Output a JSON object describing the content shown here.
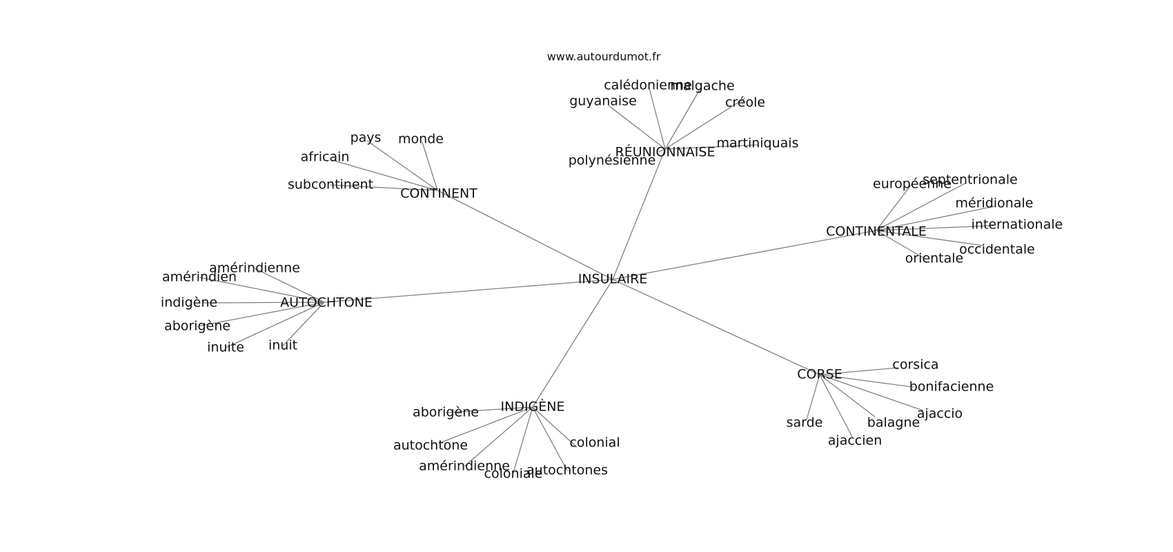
{
  "source": "www.autourdumot.fr",
  "center": {
    "id": "insulaire",
    "label": "INSULAIRE"
  },
  "hubs": [
    {
      "id": "reunionnaise",
      "label": "RÉUNIONNAISE",
      "leaves": [
        {
          "id": "caledonienne",
          "label": "calédonienne"
        },
        {
          "id": "malgache",
          "label": "malgache"
        },
        {
          "id": "guyanaise",
          "label": "guyanaise"
        },
        {
          "id": "creole",
          "label": "créole"
        },
        {
          "id": "martiniquais",
          "label": "martiniquais"
        },
        {
          "id": "polynesienne",
          "label": "polynésienne"
        }
      ]
    },
    {
      "id": "continent",
      "label": "CONTINENT",
      "leaves": [
        {
          "id": "pays",
          "label": "pays"
        },
        {
          "id": "monde",
          "label": "monde"
        },
        {
          "id": "africain",
          "label": "africain"
        },
        {
          "id": "subcontinent",
          "label": "subcontinent"
        }
      ]
    },
    {
      "id": "continentale",
      "label": "CONTINENTALE",
      "leaves": [
        {
          "id": "europeenne",
          "label": "européenne"
        },
        {
          "id": "septentrionale",
          "label": "septentrionale"
        },
        {
          "id": "meridionale",
          "label": "méridionale"
        },
        {
          "id": "internationale",
          "label": "internationale"
        },
        {
          "id": "occidentale",
          "label": "occidentale"
        },
        {
          "id": "orientale",
          "label": "orientale"
        }
      ]
    },
    {
      "id": "autochtone",
      "label": "AUTOCHTONE",
      "leaves": [
        {
          "id": "amerindienne",
          "label": "amérindienne"
        },
        {
          "id": "amerindien",
          "label": "amérindien"
        },
        {
          "id": "indigene-l",
          "label": "indigène"
        },
        {
          "id": "aborigene-a",
          "label": "aborigène"
        },
        {
          "id": "inuite",
          "label": "inuite"
        },
        {
          "id": "inuit",
          "label": "inuit"
        }
      ]
    },
    {
      "id": "indigene",
      "label": "INDIGÈNE",
      "leaves": [
        {
          "id": "aborigene-i",
          "label": "aborigène"
        },
        {
          "id": "autochtone-l",
          "label": "autochtone"
        },
        {
          "id": "amerindienne-i",
          "label": "amérindienne"
        },
        {
          "id": "coloniale",
          "label": "coloniale"
        },
        {
          "id": "autochtones",
          "label": "autochtones"
        },
        {
          "id": "colonial",
          "label": "colonial"
        }
      ]
    },
    {
      "id": "corse",
      "label": "CORSE",
      "leaves": [
        {
          "id": "corsica",
          "label": "corsica"
        },
        {
          "id": "bonifacienne",
          "label": "bonifacienne"
        },
        {
          "id": "ajaccio",
          "label": "ajaccio"
        },
        {
          "id": "balagne",
          "label": "balagne"
        },
        {
          "id": "ajaccien",
          "label": "ajaccien"
        },
        {
          "id": "sarde",
          "label": "sarde"
        }
      ]
    }
  ]
}
